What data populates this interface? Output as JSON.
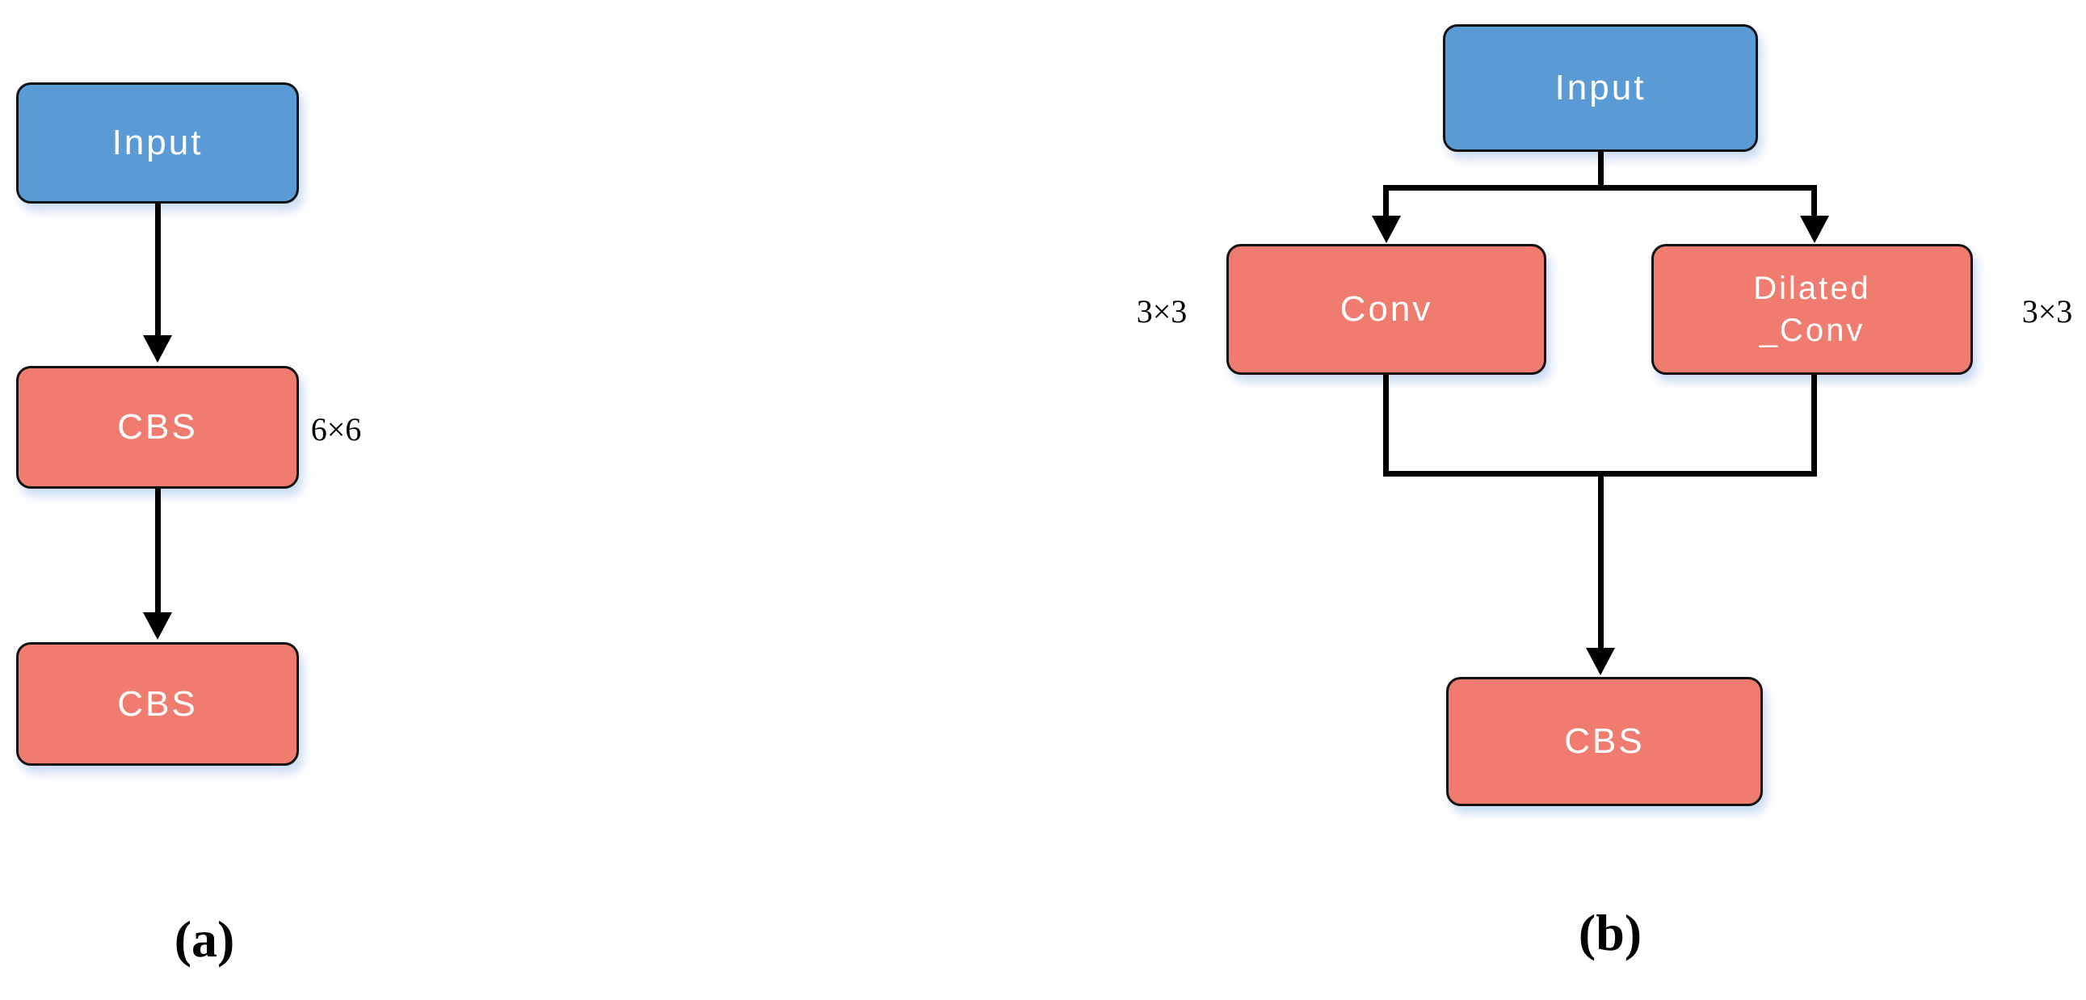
{
  "colors": {
    "input_box_blue": "#5B9BD5",
    "operation_box_red": "#F07C70",
    "connector_black": "#000000",
    "box_text_white": "#FFFFFF",
    "annotation_black": "#000000"
  },
  "diagram_a": {
    "caption": "(a)",
    "nodes": {
      "input": "Input",
      "cbs1": "CBS",
      "cbs2": "CBS"
    },
    "annotations": {
      "cbs1_kernel": "6×6"
    }
  },
  "diagram_b": {
    "caption": "(b)",
    "nodes": {
      "input": "Input",
      "conv": "Conv",
      "dilated_conv_line1": "Dilated",
      "dilated_conv_line2": "_Conv",
      "cbs": "CBS"
    },
    "annotations": {
      "conv_kernel": "3×3",
      "dilated_conv_kernel": "3×3"
    }
  }
}
